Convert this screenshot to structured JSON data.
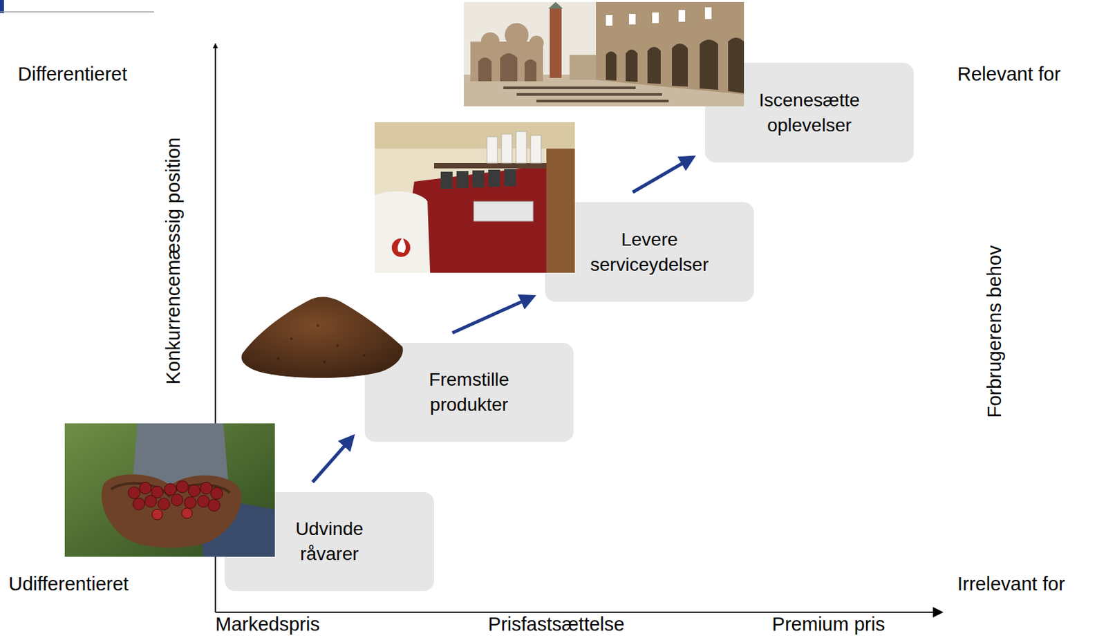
{
  "diagram": {
    "nodes": [
      {
        "text": [
          "Udvinde råvarer"
        ]
      },
      {
        "text": [
          "Fremstille produkter"
        ]
      },
      {
        "text": [
          "Levere serviceydelser"
        ]
      },
      {
        "text": [
          "Iscenesætte oplevelser"
        ]
      }
    ],
    "edges": [
      {
        "from": 0,
        "to": 1,
        "arrow": "to"
      },
      {
        "from": 1,
        "to": 2,
        "arrow": "to"
      },
      {
        "from": 2,
        "to": 3,
        "arrow": "to"
      }
    ],
    "labels": [
      "Differentieret",
      "Udifferentieret",
      "Konkurrencemæssig position",
      "Markedspris",
      "Prisfastsættelse",
      "Premium pris",
      "Relevant for",
      "Irrelevant for",
      "Forbrugerens behov"
    ]
  }
}
